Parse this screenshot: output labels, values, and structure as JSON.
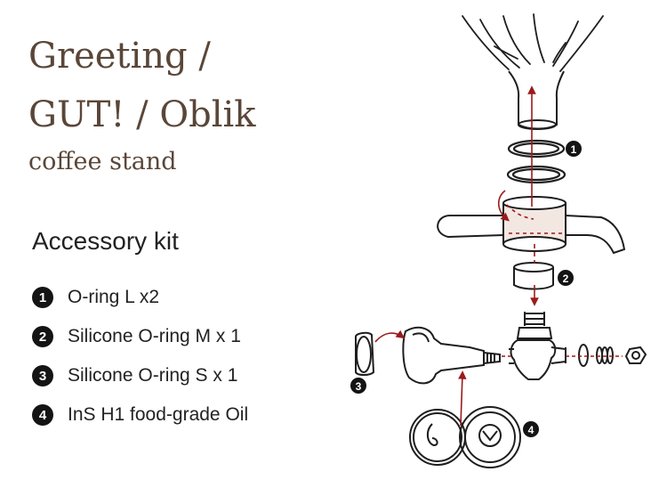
{
  "title": {
    "line1": "Greeting /",
    "line2": "GUT! / Oblik",
    "subtitle": "coffee stand"
  },
  "accessory_kit": {
    "heading": "Accessory kit",
    "items": [
      {
        "number": "1",
        "label": "O-ring L x2"
      },
      {
        "number": "2",
        "label": "Silicone O-ring M x 1"
      },
      {
        "number": "3",
        "label": "Silicone O-ring S x 1"
      },
      {
        "number": "4",
        "label": "InS H1 food-grade Oil"
      }
    ]
  },
  "diagram": {
    "callouts": [
      "1",
      "2",
      "3",
      "4"
    ]
  },
  "colors": {
    "title": "#5a4638",
    "text": "#222222",
    "badge": "#141414",
    "arrow": "#9b1b1b",
    "line": "#1e1e1e",
    "tint": "#f3e7e2"
  }
}
